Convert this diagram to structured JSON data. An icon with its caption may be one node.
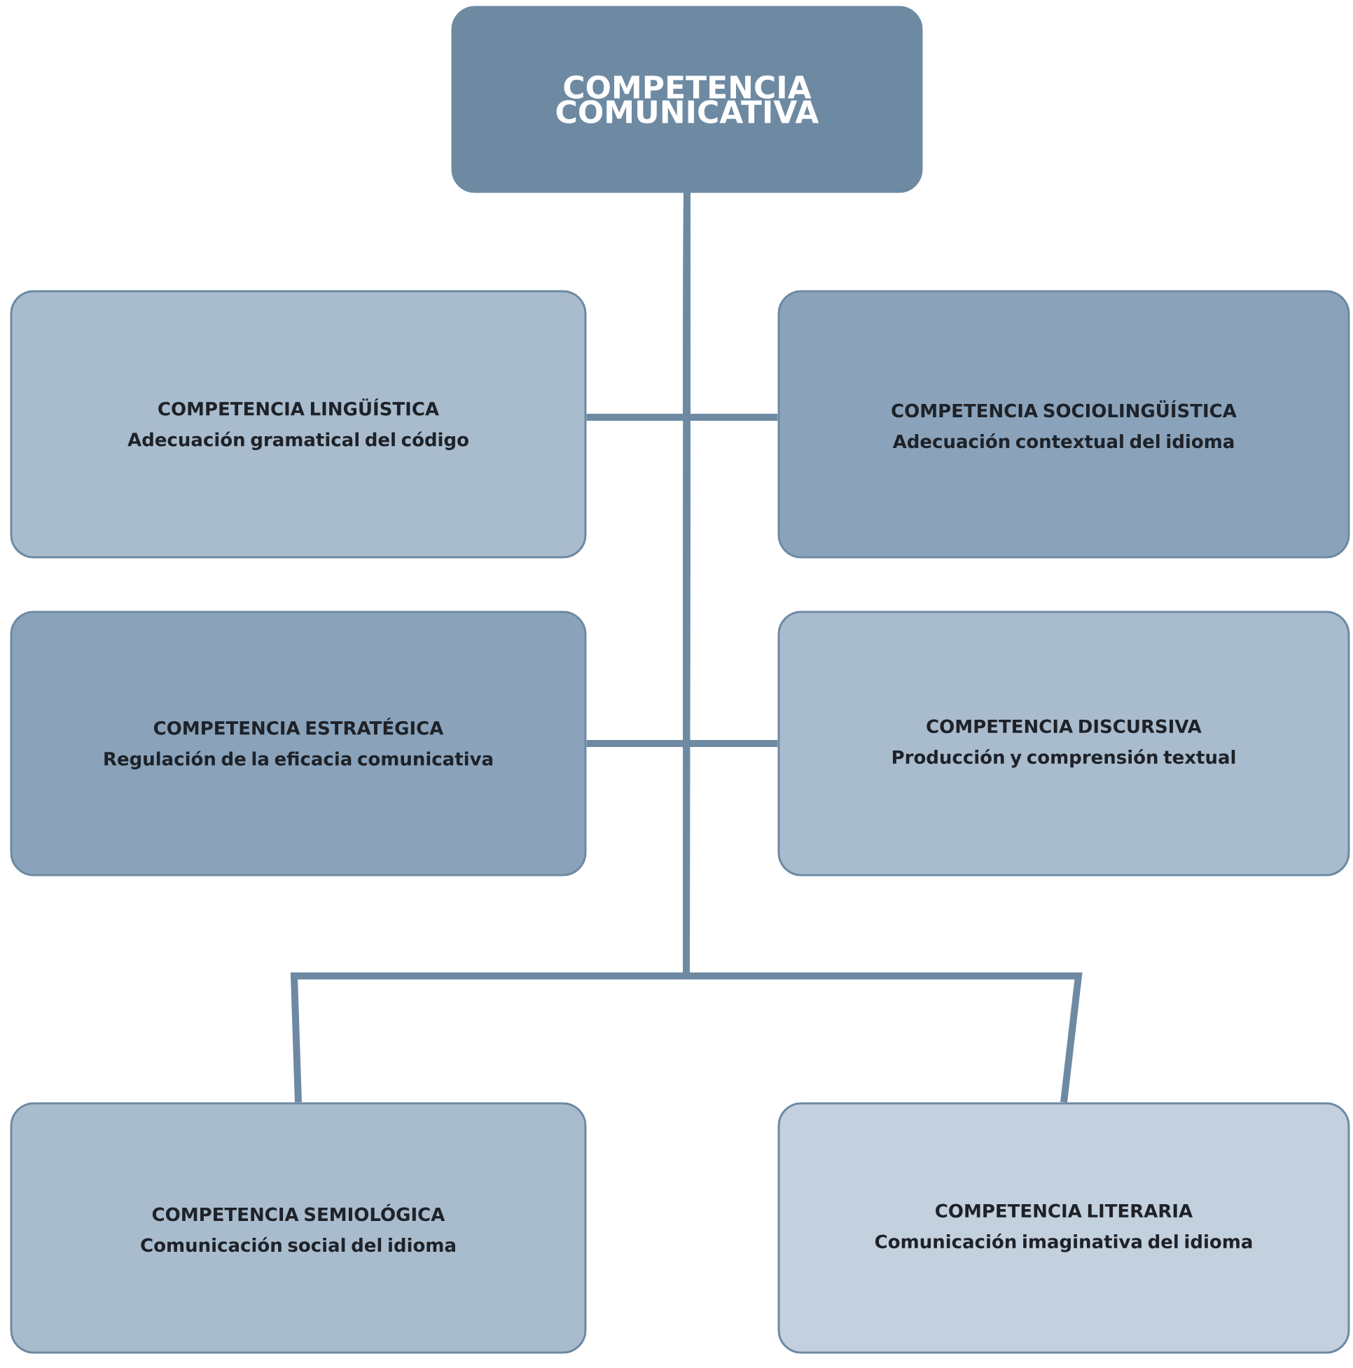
{
  "diagram": {
    "nodes": [
      {
        "text": [
          "COMPETENCIA COMUNICATIVA"
        ]
      },
      {
        "text": [
          "COMPETENCIA LINGÜÍSTICA",
          "Adecuación gramatical del código"
        ]
      },
      {
        "text": [
          "COMPETENCIA SOCIOLINGÜÍSTICA",
          "Adecuación contextual del idioma"
        ]
      },
      {
        "text": [
          "COMPETENCIA ESTRATÉGICA",
          "Regulación de la eficacia comunicativa"
        ]
      },
      {
        "text": [
          "COMPETENCIA DISCURSIVA",
          "Producción y comprensión textual"
        ]
      },
      {
        "text": [
          "COMPETENCIA SEMIOLÓGICA",
          "Comunicación social del idioma"
        ]
      },
      {
        "text": [
          "COMPETENCIA LITERARIA",
          "Comunicación imaginativa del idioma"
        ]
      }
    ],
    "edges": [
      {
        "from": 0,
        "to": 1,
        "arrow": "none"
      },
      {
        "from": 0,
        "to": 2,
        "arrow": "none"
      },
      {
        "from": 0,
        "to": 3,
        "arrow": "none"
      },
      {
        "from": 0,
        "to": 4,
        "arrow": "none"
      },
      {
        "from": 0,
        "to": 5,
        "arrow": "none"
      },
      {
        "from": 0,
        "to": 6,
        "arrow": "none"
      }
    ]
  }
}
